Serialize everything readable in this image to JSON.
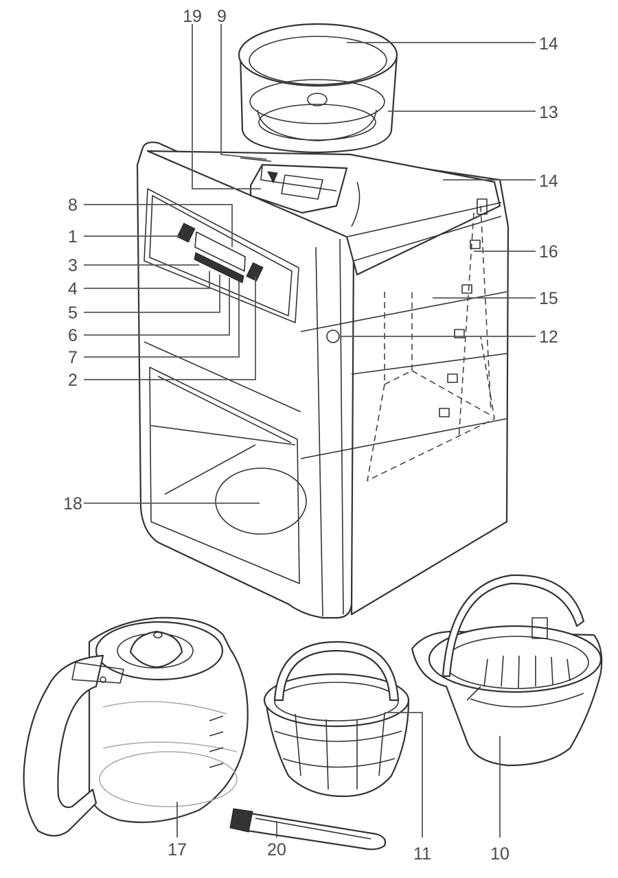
{
  "callouts": [
    {
      "id": "c19",
      "text": "19"
    },
    {
      "id": "c9",
      "text": "9"
    },
    {
      "id": "c14a",
      "text": "14"
    },
    {
      "id": "c13",
      "text": "13"
    },
    {
      "id": "c14b",
      "text": "14"
    },
    {
      "id": "c8",
      "text": "8"
    },
    {
      "id": "c1",
      "text": "1"
    },
    {
      "id": "c16",
      "text": "16"
    },
    {
      "id": "c3",
      "text": "3"
    },
    {
      "id": "c15",
      "text": "15"
    },
    {
      "id": "c4",
      "text": "4"
    },
    {
      "id": "c5",
      "text": "5"
    },
    {
      "id": "c6",
      "text": "6"
    },
    {
      "id": "c12",
      "text": "12"
    },
    {
      "id": "c7",
      "text": "7"
    },
    {
      "id": "c2",
      "text": "2"
    },
    {
      "id": "c18",
      "text": "18"
    },
    {
      "id": "c17",
      "text": "17"
    },
    {
      "id": "c20",
      "text": "20"
    },
    {
      "id": "c11",
      "text": "11"
    },
    {
      "id": "c10",
      "text": "10"
    }
  ],
  "colors": {
    "line": "#333333",
    "label": "#4a4a4a",
    "background": "#ffffff"
  }
}
